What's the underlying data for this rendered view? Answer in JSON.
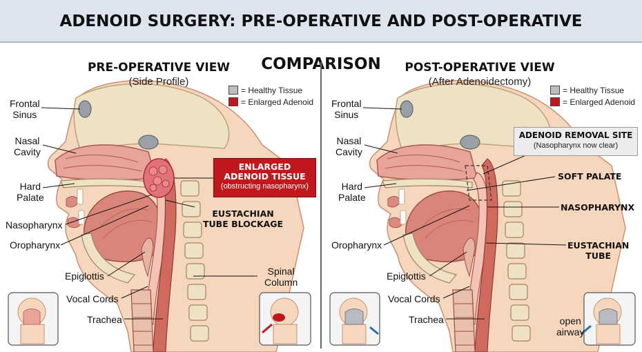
{
  "title": "ADENOID SURGERY: PRE-OPERATIVE AND POST-OPERATIVE COMPARISON",
  "pre": {
    "title": "PRE-OPERATIVE VIEW",
    "subtitle": "(Side Profile)",
    "legend": {
      "healthy": "= Healthy Tissue",
      "enlarged": "= Enlarged Adenoid"
    },
    "labels": {
      "frontal_sinus": "Frontal\nSinus",
      "nasal_cavity": "Nasal\nCavity",
      "hard_palate": "Hard\nPalate",
      "nasopharynx": "Nasopharynx",
      "oropharynx": "Oropharynx",
      "epiglottis": "Epiglottis",
      "vocal_cords": "Vocal Cords",
      "trachea": "Trachea",
      "spinal_column": "Spinal\nColumn",
      "eustachian_blockage": "EUSTACHIAN\nTUBE BLOCKAGE"
    },
    "callout": {
      "title": "ENLARGED\nADENOID TISSUE",
      "subtitle": "(obstructing nasopharynx)"
    }
  },
  "post": {
    "title": "POST-OPERATIVE VIEW",
    "subtitle": "(After Adenoidectomy)",
    "legend": {
      "healthy": "= Healthy Tissue",
      "enlarged": "= Enlarged Adenoid"
    },
    "labels": {
      "frontal_sinus": "Frontal\nSinus",
      "nasal_cavity": "Nasal\nCavity",
      "hard_palate": "Hard\nPalate",
      "oropharynx": "Oropharynx",
      "epiglottis": "Epiglottis",
      "vocal_cords": "Vocal Cords",
      "trachea": "Trachea",
      "soft_palate": "SOFT PALATE",
      "nasopharynx": "NASOPHARYNX",
      "eustachian_tube": "EUSTACHIAN\nTUBE",
      "open_airway": "open\nairway"
    },
    "callout": {
      "title": "ADENOID REMOVAL SITE",
      "subtitle": "(Nasopharynx now clear)"
    }
  },
  "colors": {
    "header_bg": "#dde4ee",
    "callout_red": "#c0181c",
    "tissue_pink": "#e8a49a",
    "muscle": "#d9857a",
    "bone": "#efe2c4",
    "skin": "#f6d7bd",
    "healthy_swatch": "#bdbdbd",
    "enlarged_swatch": "#c0181c"
  }
}
